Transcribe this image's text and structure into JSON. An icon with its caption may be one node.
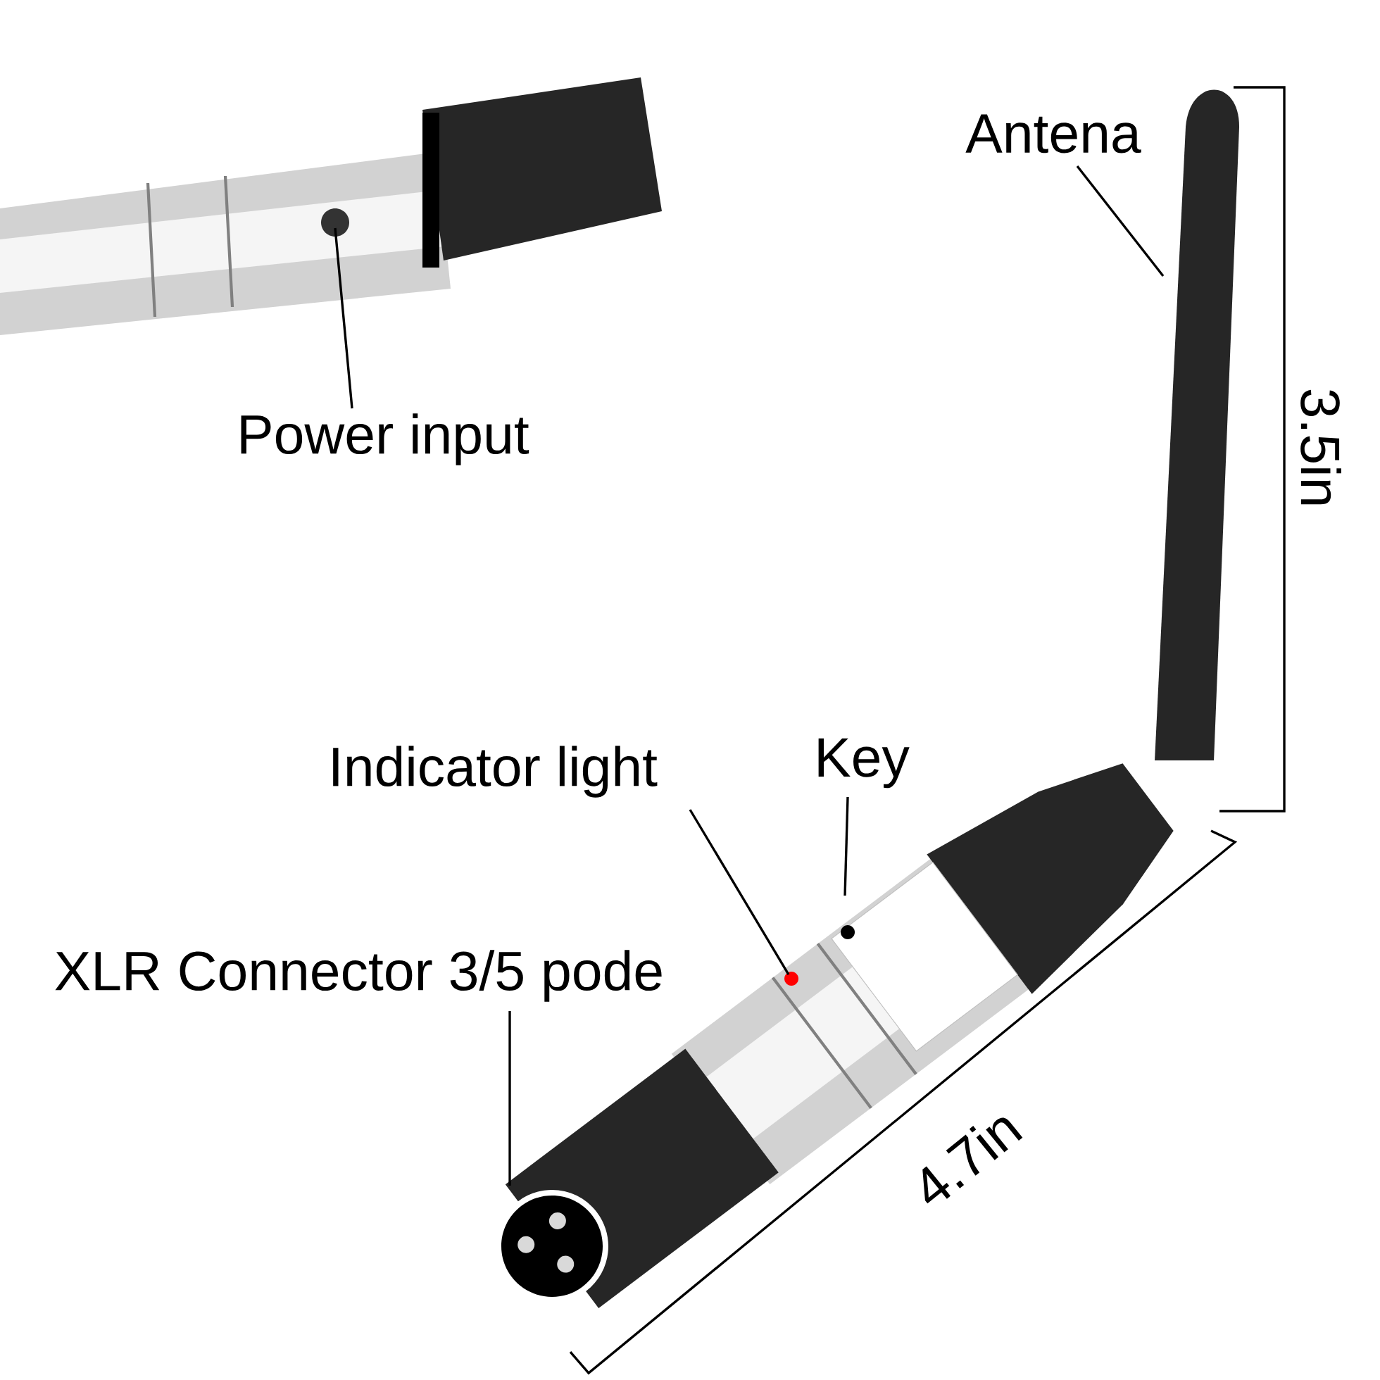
{
  "diagram": {
    "nodes": [
      {
        "text": [
          "Antena"
        ]
      },
      {
        "text": [
          "Power input"
        ]
      },
      {
        "text": [
          "Indicator light"
        ]
      },
      {
        "text": [
          "Key"
        ]
      },
      {
        "text": [
          "XLR Connector 3/5 pode"
        ]
      }
    ],
    "edges": [
      {
        "from": 0,
        "to": null,
        "arrow": "none"
      },
      {
        "from": 1,
        "to": null,
        "arrow": "none"
      },
      {
        "from": 2,
        "to": null,
        "arrow": "none"
      },
      {
        "from": 3,
        "to": null,
        "arrow": "none"
      },
      {
        "from": 4,
        "to": null,
        "arrow": "none"
      }
    ],
    "labels": [
      "3.5in",
      "4.7in"
    ]
  }
}
